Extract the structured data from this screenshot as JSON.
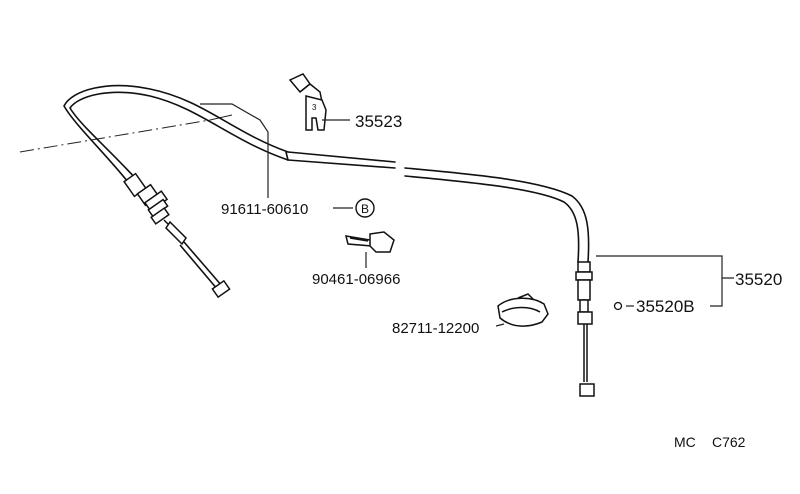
{
  "part_labels": {
    "bracket": "35523",
    "bolt": "91611-60610",
    "bolt_marker": "B",
    "clip": "90461-06966",
    "band": "82711-12200",
    "cable_assy": "35520",
    "cable_sub": "35520B"
  },
  "drawing_code": {
    "prefix": "MC",
    "number": "C762"
  }
}
